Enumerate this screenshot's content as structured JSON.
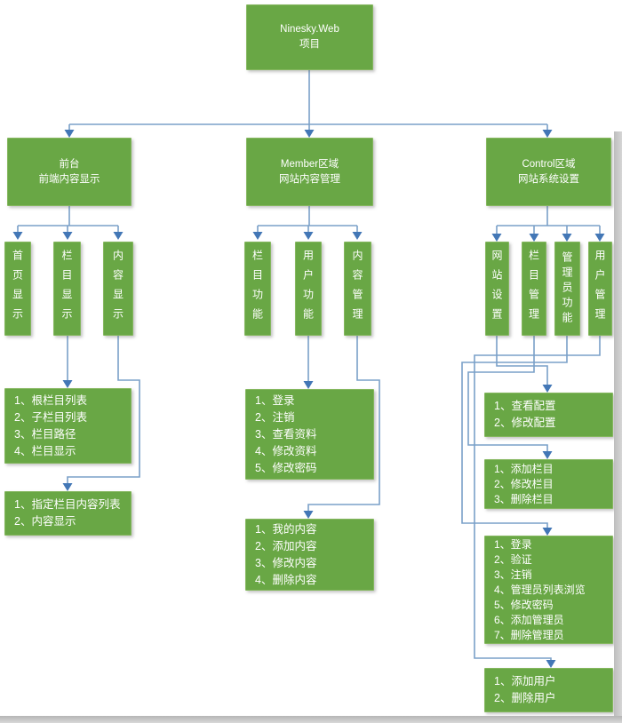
{
  "diagram": {
    "root": {
      "line1": "Ninesky.Web",
      "line2": "项目"
    },
    "branches": [
      {
        "title_line1": "前台",
        "title_line2": "前端内容显示",
        "modules": [
          "首页显示",
          "栏目显示",
          "内容显示"
        ],
        "leaves": [
          {
            "items": [
              "1、根栏目列表",
              "2、子栏目列表",
              "3、栏目路径",
              "4、栏目显示"
            ]
          },
          {
            "items": [
              "1、指定栏目内容列表",
              "2、内容显示"
            ]
          }
        ]
      },
      {
        "title_line1": "Member区域",
        "title_line2": "网站内容管理",
        "modules": [
          "栏目功能",
          "用户功能",
          "内容管理"
        ],
        "leaves": [
          {
            "items": [
              "1、登录",
              "2、注销",
              "3、查看资料",
              "4、修改资料",
              "5、修改密码"
            ]
          },
          {
            "items": [
              "1、我的内容",
              "2、添加内容",
              "3、修改内容",
              "4、删除内容"
            ]
          }
        ]
      },
      {
        "title_line1": "Control区域",
        "title_line2": "网站系统设置",
        "modules": [
          "网站设置",
          "栏目管理",
          "管理员功能",
          "用户管理"
        ],
        "leaves": [
          {
            "items": [
              "1、查看配置",
              "2、修改配置"
            ]
          },
          {
            "items": [
              "1、添加栏目",
              "2、修改栏目",
              "3、删除栏目"
            ]
          },
          {
            "items": [
              "1、登录",
              "2、验证",
              "3、注销",
              "4、管理员列表浏览",
              "5、修改密码",
              "6、添加管理员",
              "7、删除管理员"
            ]
          },
          {
            "items": [
              "1、添加用户",
              "2、删除用户"
            ]
          }
        ]
      }
    ],
    "colors": {
      "box_fill": "#69A745",
      "box_border": "#85B75F",
      "line": "#7AA0C8",
      "arrow": "#4377B6"
    }
  }
}
